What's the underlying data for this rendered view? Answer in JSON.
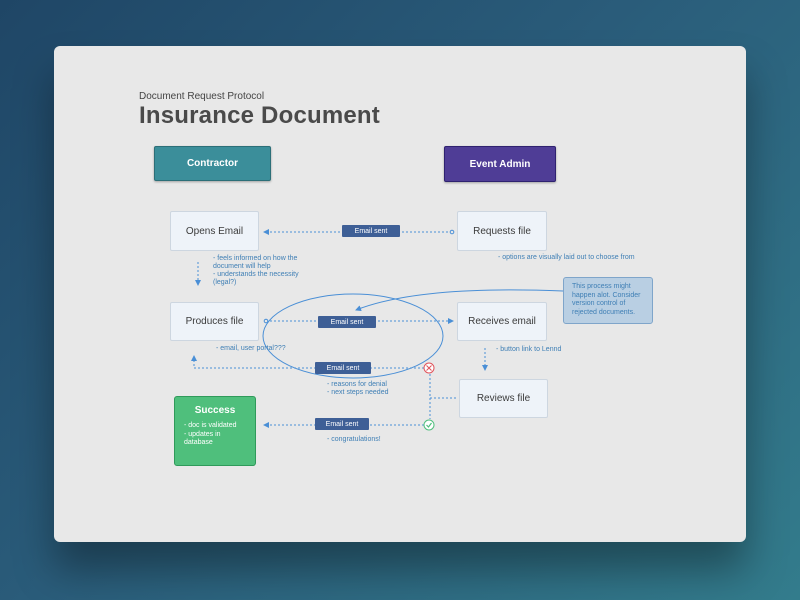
{
  "header": {
    "subtitle": "Document Request Protocol",
    "title": "Insurance Document"
  },
  "roles": {
    "contractor": "Contractor",
    "event_admin": "Event Admin"
  },
  "nodes": {
    "opens_email": "Opens Email",
    "requests_file": "Requests file",
    "produces_file": "Produces file",
    "receives_email": "Receives email",
    "reviews_file": "Reviews file"
  },
  "edges": {
    "email_sent_1": "Email sent",
    "email_sent_2": "Email sent",
    "email_sent_3": "Email sent",
    "email_sent_4": "Email sent"
  },
  "notes": {
    "opens_email_1": "- feels informed on how the",
    "opens_email_2": "document will help",
    "opens_email_3": "- understands the necessity",
    "opens_email_4": "(legal?)",
    "requests_file": "- options are visually laid out to choose from",
    "produces_file": "- email, user portal???",
    "receives_email": "- button link to Lennd",
    "denial_1": "- reasons for denial",
    "denial_2": "- next steps needed",
    "approval": "- congratulations!"
  },
  "success": {
    "title": "Success",
    "line_1": "- doc is validated",
    "line_2": "- updates in",
    "line_3": "database"
  },
  "callout": {
    "line_1": "This process might",
    "line_2": "happen alot. Consider",
    "line_3": "version control of",
    "line_4": "rejected documents."
  },
  "colors": {
    "contractor": "#3b8e9a",
    "event_admin": "#4f3d96",
    "email_pill": "#3e5f96",
    "success": "#4fbf7c",
    "connector": "#4a8fd6",
    "reject": "#e0525a",
    "approve": "#4fbf7c"
  }
}
